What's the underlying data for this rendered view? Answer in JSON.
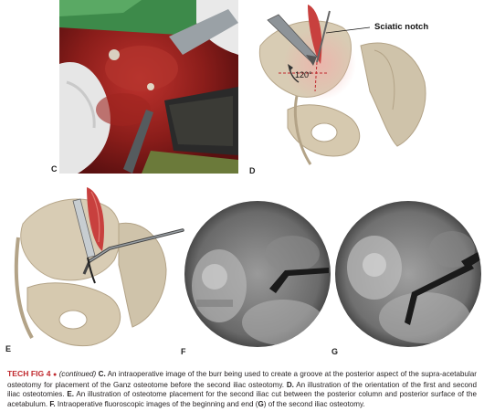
{
  "panels": {
    "C": {
      "letter": "C"
    },
    "D": {
      "letter": "D",
      "callout": "Sciatic notch",
      "angle": "120°"
    },
    "E": {
      "letter": "E"
    },
    "F": {
      "letter": "F"
    },
    "G": {
      "letter": "G"
    }
  },
  "caption": {
    "figure_label": "TECH FIG 4",
    "bullet": "●",
    "continued": "(continued)",
    "parts": [
      {
        "letter": "C.",
        "text": " An intraoperative image of the burr being used to create a groove at the posterior aspect of the supra-acetabular osteotomy for placement of the Ganz osteotome before the second iliac osteotomy. "
      },
      {
        "letter": "D.",
        "text": " An illustration of the orientation of the first and second iliac osteotomies. "
      },
      {
        "letter": "E.",
        "text": " An illustration of osteotome placement for the second iliac cut between the posterior column and posterior surface of the acetabulum. "
      },
      {
        "letter": "F.",
        "text": " Intraoperative fluoroscopic images of the beginning and end ("
      },
      {
        "letter": "G",
        "text": ") of the second iliac osteotomy."
      }
    ]
  },
  "colors": {
    "figure_label": "#c0282d",
    "tissue": "#8e1c1c",
    "bone": "#d8ccb4",
    "muscle": "#c8403e"
  }
}
